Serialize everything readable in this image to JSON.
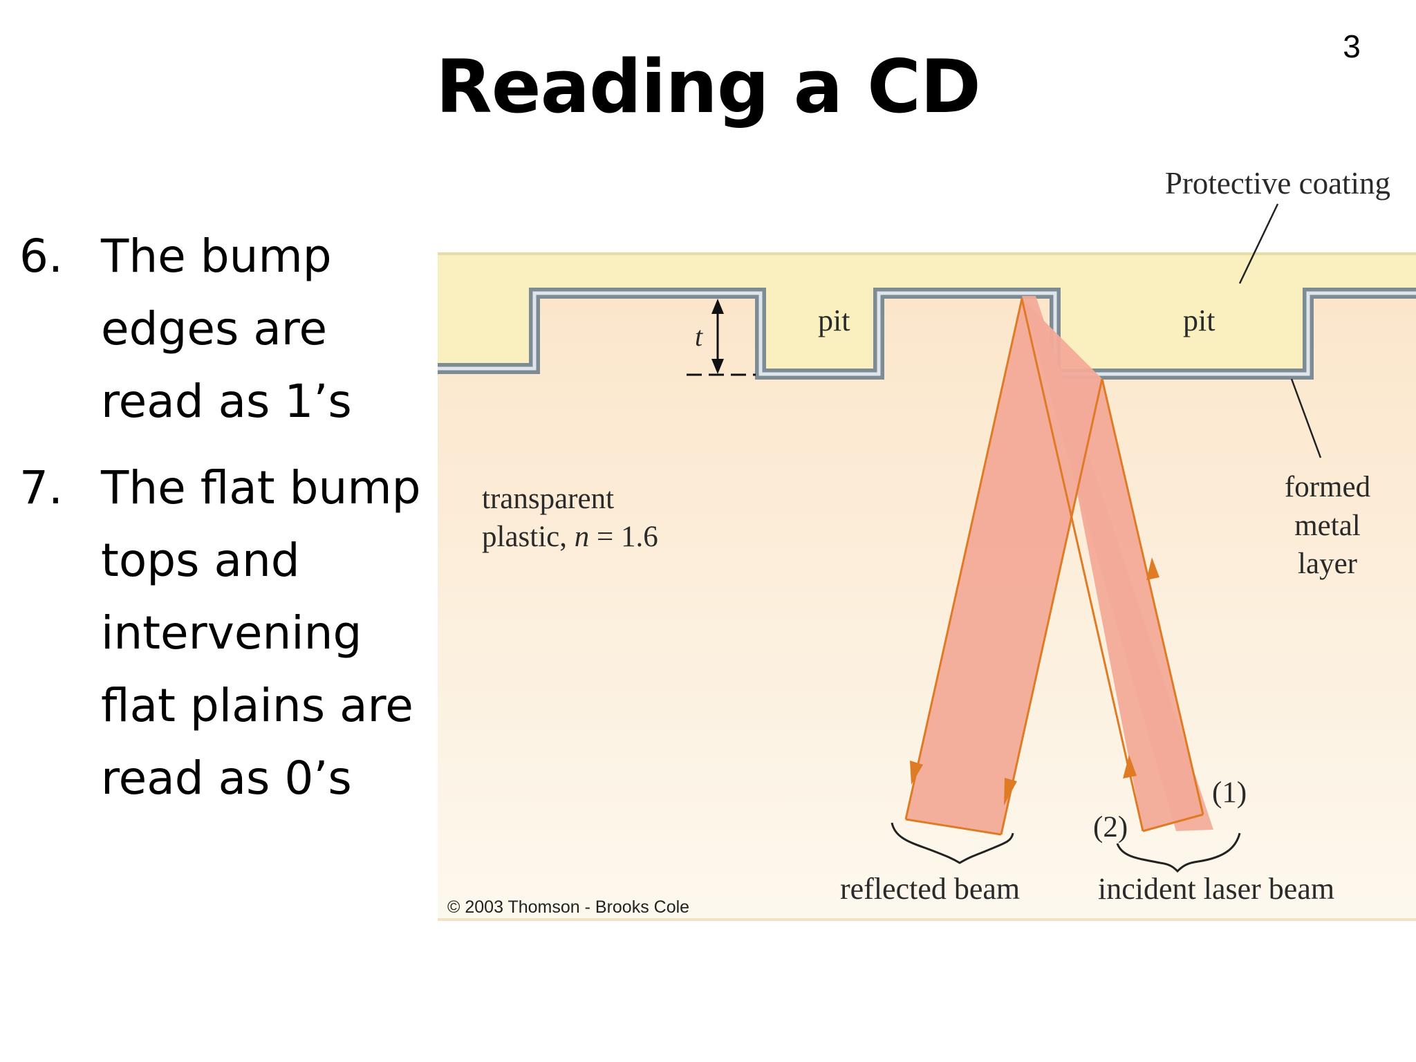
{
  "slide": {
    "number": "3",
    "title": "Reading a CD"
  },
  "bullets": [
    {
      "num": "6.",
      "lines": [
        "The bump",
        "edges are",
        "read as 1’s"
      ]
    },
    {
      "num": "7.",
      "lines": [
        "The flat bump",
        "tops and",
        "intervening",
        "flat plains are",
        "read as 0’s"
      ]
    }
  ],
  "figure": {
    "labels": {
      "protective_coating": "Protective coating",
      "pit_left": "pit",
      "pit_right": "pit",
      "thickness": "t",
      "plastic_line1": "transparent",
      "plastic_line2_prefix": "plastic, ",
      "plastic_n": "n",
      "plastic_line2_suffix": " = 1.6",
      "metal_line1": "formed",
      "metal_line2": "metal",
      "metal_line3": "layer",
      "ray1": "(1)",
      "ray2": "(2)",
      "reflected_beam": "reflected beam",
      "incident_beam": "incident laser beam",
      "copyright": "© 2003 Thomson - Brooks Cole"
    },
    "colors": {
      "coating": "#f9efbf",
      "plastic_top": "#fbe7cf",
      "plastic_bottom": "#fdf8ef",
      "metal": "#7b8a94",
      "beam_fill": "#f3aa98",
      "beam_edge": "#e07b25",
      "arrow": "#e07b25"
    }
  }
}
